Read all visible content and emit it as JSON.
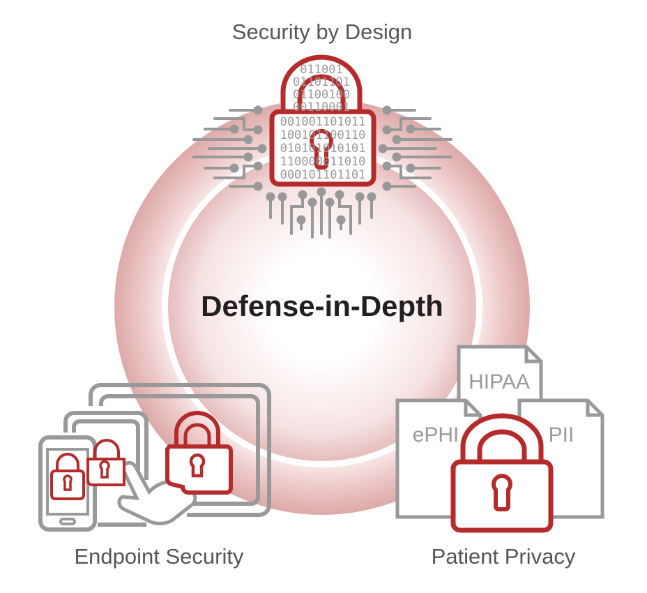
{
  "labels": {
    "top": "Security by Design",
    "center": "Defense-in-Depth",
    "bottom_left": "Endpoint Security",
    "bottom_right": "Patient Privacy"
  },
  "binary": {
    "shackle_rows": [
      "011001",
      "01101101",
      "01100100",
      "00110001"
    ],
    "body_rows": [
      "001001101011",
      "100101100110",
      "010101010101",
      "110000011010",
      "000101101101"
    ]
  },
  "documents": [
    "HIPAA",
    "ePHI",
    "PII"
  ],
  "colors": {
    "accent": "#b52a2a",
    "gray": "#999999",
    "ring": "#d9a6a6"
  }
}
